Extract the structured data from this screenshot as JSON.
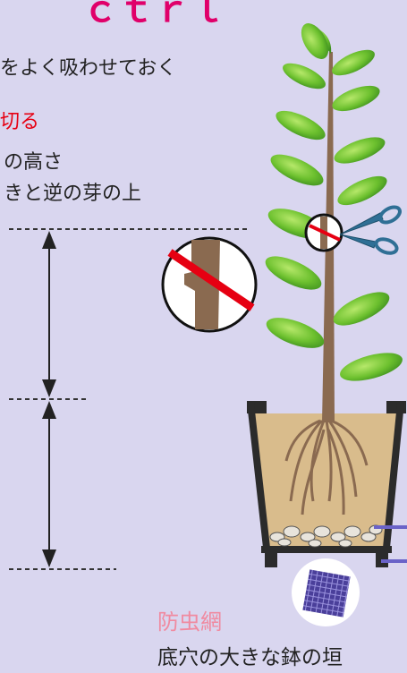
{
  "title": "ｃｔｒｌ",
  "texts": {
    "water": "をよく吸わせておく",
    "cut": "切る",
    "height": "の高さ",
    "bud": "きと逆の芽の上",
    "net": "防虫網",
    "pot_hole": "底穴の大きな鉢の垣"
  },
  "colors": {
    "background": "#d9d6ef",
    "title": "#e0006a",
    "cut": "#e60012",
    "net": "#f08aa0",
    "leaf": "#6cc02e",
    "stem": "#8a6a50",
    "soil": "#d9bc8c",
    "pot": "#2b2b2b",
    "scissors": "#2f6f95",
    "mesh": "#4a3f9a"
  },
  "icons": [
    "scissors-icon",
    "cut-detail-icon",
    "mesh-net-icon",
    "height-arrow-icon"
  ]
}
